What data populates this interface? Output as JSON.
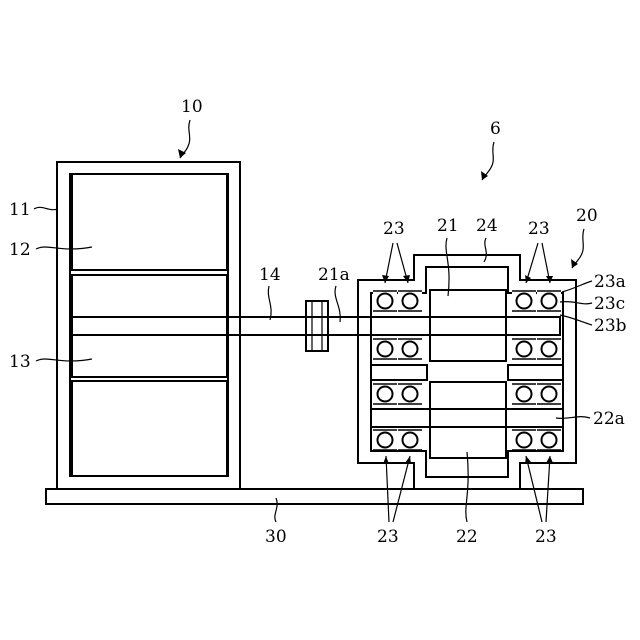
{
  "figure": {
    "labels": {
      "motor": "10",
      "motor_case": "11",
      "rotor_upper": "12",
      "rotor_lower": "13",
      "motor_shaft": "14",
      "apparatus": "6",
      "gearbox": "20",
      "input_gear": "21",
      "input_shaft": "21a",
      "output_gear": "22",
      "output_shaft": "22a",
      "bearing": "23",
      "bearing_outer": "23a",
      "bearing_ball": "23c",
      "bearing_inner": "23b",
      "housing": "24",
      "base": "30"
    }
  }
}
